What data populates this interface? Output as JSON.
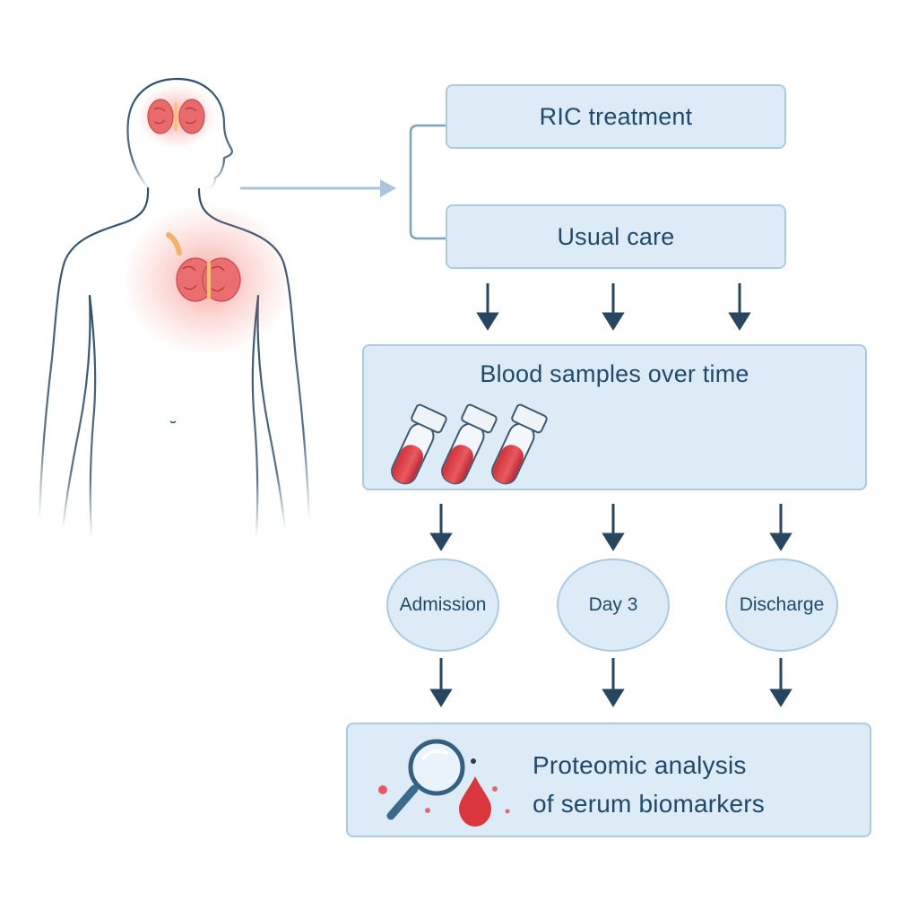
{
  "groups": {
    "ric": "RIC treatment",
    "usual": "Usual care"
  },
  "sampling": {
    "title": "Blood samples over time"
  },
  "timepoints": [
    "Admission",
    "Day 3",
    "Discharge"
  ],
  "analysis": {
    "line1": "Proteomic analysis",
    "line2": "of serum biomarkers"
  },
  "colors": {
    "box_fill": "#dcebf6",
    "box_border": "#a9cbe3",
    "text": "#1f4a6e",
    "arrow": "#27465f",
    "body_outline": "#2b4f6d",
    "highlight": "#e8504f",
    "blood": "#d9363e"
  },
  "icons": [
    "human-body-icon",
    "brain-icon",
    "heart-icon",
    "blood-tube-icon",
    "magnifier-icon",
    "blood-drop-icon"
  ]
}
